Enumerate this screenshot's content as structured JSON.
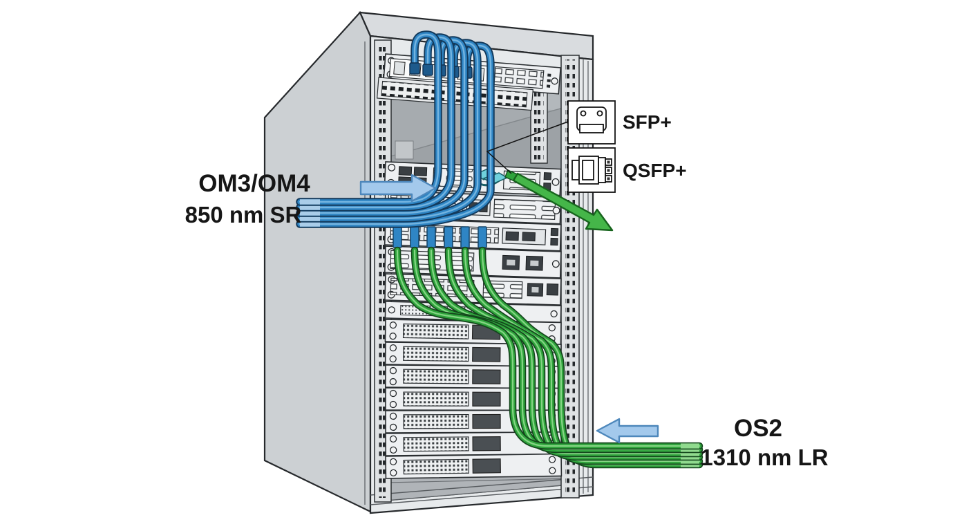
{
  "diagram": {
    "type": "fiber-optic-rack-cabling-illustration",
    "labels": {
      "om_line1": "OM3/OM4",
      "om_line2": "850 nm SR",
      "os_line1": "OS2",
      "os_line2": "1310 nm LR",
      "sfp": "SFP+",
      "qsfp": "QSFP+"
    },
    "icons": {
      "sfp": "sfp-transceiver-icon",
      "qsfp": "qsfp-transceiver-icon"
    },
    "colors": {
      "multimode_cable_blue": "#2f85c4",
      "multimode_connector_tip": "#aacde9",
      "singlemode_cable_green": "#2fa43c",
      "singlemode_connector_tip": "#90da8e",
      "direction_arrow_blue": "#a3c9ec",
      "transceiver_arrow_green": "#45b649",
      "cabinet_gray": "#ccd0d3",
      "background": "#ffffff"
    },
    "counts": {
      "multimode_cables": 5,
      "singlemode_cables": 6,
      "server_units": 7
    }
  }
}
